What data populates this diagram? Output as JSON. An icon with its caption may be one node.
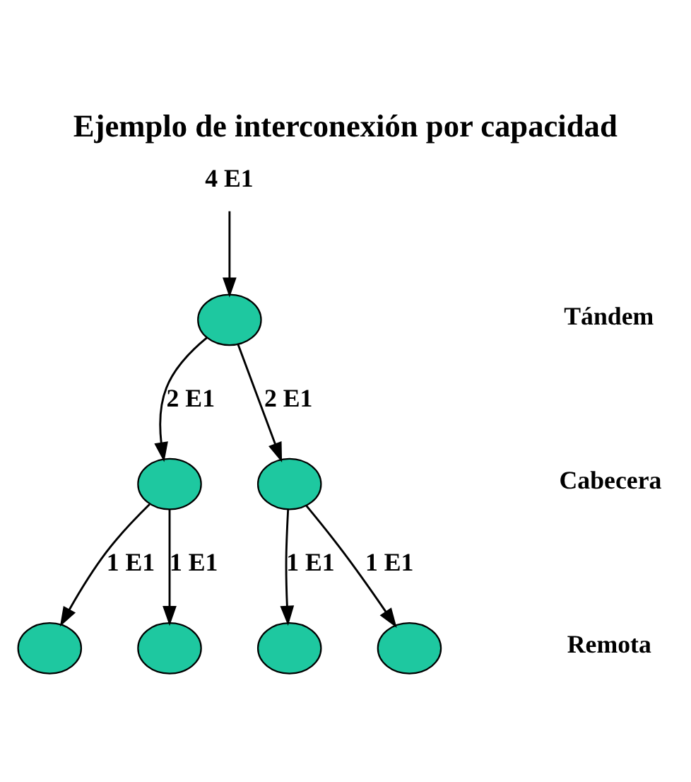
{
  "diagram": {
    "title": "Ejemplo de interconexión por capacidad",
    "nodes": [
      {
        "text": [
          "4 E1"
        ]
      },
      {
        "text": [],
        "shape": "circle"
      },
      {
        "text": [],
        "shape": "circle"
      },
      {
        "text": [],
        "shape": "circle"
      },
      {
        "text": [],
        "shape": "circle"
      },
      {
        "text": [],
        "shape": "circle"
      },
      {
        "text": [],
        "shape": "circle"
      },
      {
        "text": [],
        "shape": "circle"
      }
    ],
    "edges": [
      {
        "from": 0,
        "to": 1,
        "arrow": "to"
      },
      {
        "from": 1,
        "to": 2,
        "arrow": "to",
        "label": "2 E1"
      },
      {
        "from": 1,
        "to": 3,
        "arrow": "to",
        "label": "2 E1"
      },
      {
        "from": 2,
        "to": 4,
        "arrow": "to",
        "label": "1 E1"
      },
      {
        "from": 2,
        "to": 5,
        "arrow": "to",
        "label": "1 E1"
      },
      {
        "from": 3,
        "to": 6,
        "arrow": "to",
        "label": "1 E1"
      },
      {
        "from": 3,
        "to": 7,
        "arrow": "to",
        "label": "1 E1"
      }
    ],
    "labels": [
      "Tándem",
      "Cabecera",
      "Remota"
    ]
  }
}
